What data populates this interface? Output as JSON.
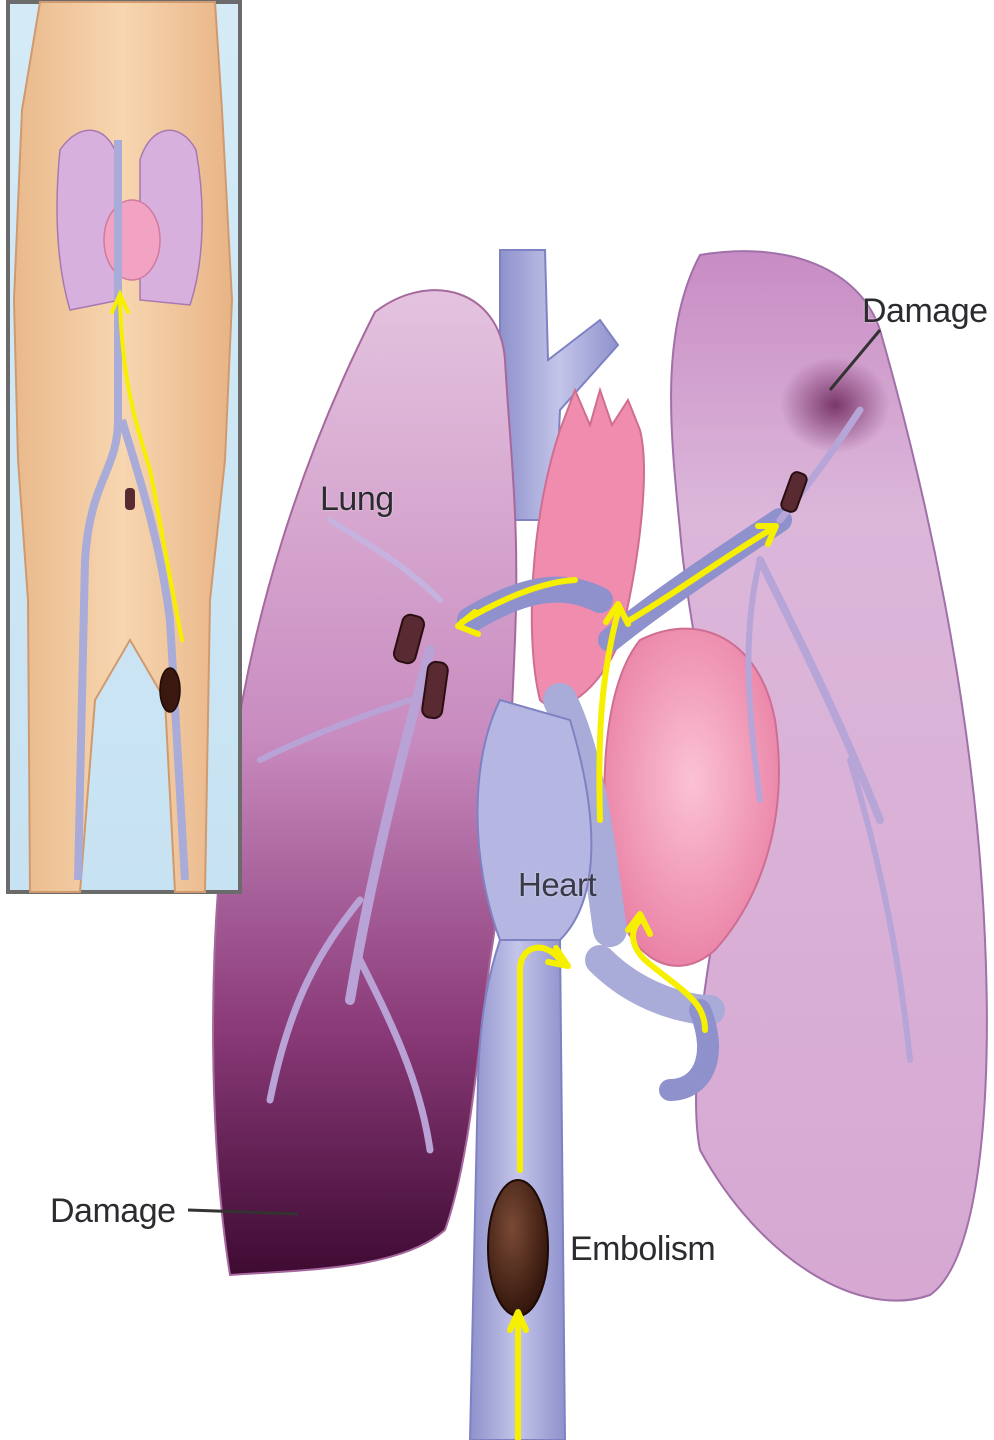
{
  "labels": {
    "lung": "Lung",
    "heart": "Heart",
    "damage_right": "Damage",
    "damage_left": "Damage",
    "embolism": "Embolism"
  },
  "colors": {
    "lung_light": "#e2bfdc",
    "lung_mid": "#c98fc0",
    "lung_dark": "#4a0f3a",
    "vessel": "#a9abd8",
    "heart": "#f3a0bc",
    "aorta": "#f08cae",
    "flow_arrow": "#f6f000",
    "clot": "#4a2418",
    "skin": "#f4cfa5",
    "inset_bg": "#d8ecf7",
    "inset_border": "#6b6b6b"
  },
  "icons": [
    "flow-arrow-icon",
    "clot-icon"
  ]
}
